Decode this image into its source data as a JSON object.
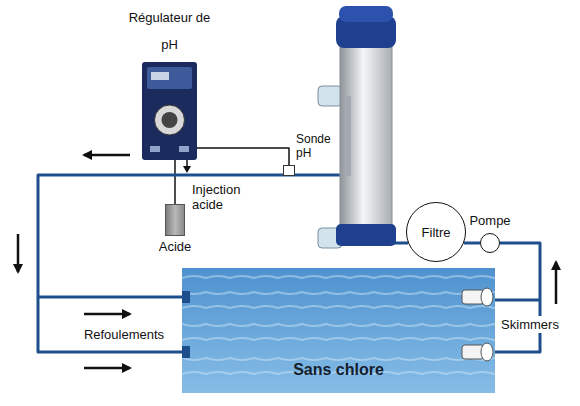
{
  "diagram": {
    "nodes": [
      {
        "text": [
          "Régulateur de pH"
        ]
      },
      {
        "text": [
          "Sonde pH"
        ]
      },
      {
        "text": [
          "Acide"
        ]
      },
      {
        "text": [
          "Filtre"
        ]
      },
      {
        "text": [
          "Pompe"
        ]
      },
      {
        "text": [
          "Sans chlore"
        ]
      }
    ],
    "edges": [
      {
        "from": 0,
        "to": 1,
        "arrow": "none"
      },
      {
        "from": 0,
        "to": 2,
        "arrow": "none"
      },
      {
        "from": 5,
        "to": 4,
        "arrow": "none"
      },
      {
        "from": 4,
        "to": 3,
        "arrow": "none"
      },
      {
        "from": 3,
        "to": 5,
        "arrow": "none"
      }
    ],
    "labels": [
      "Injection acide",
      "Refoulements",
      "Skimmers"
    ]
  }
}
